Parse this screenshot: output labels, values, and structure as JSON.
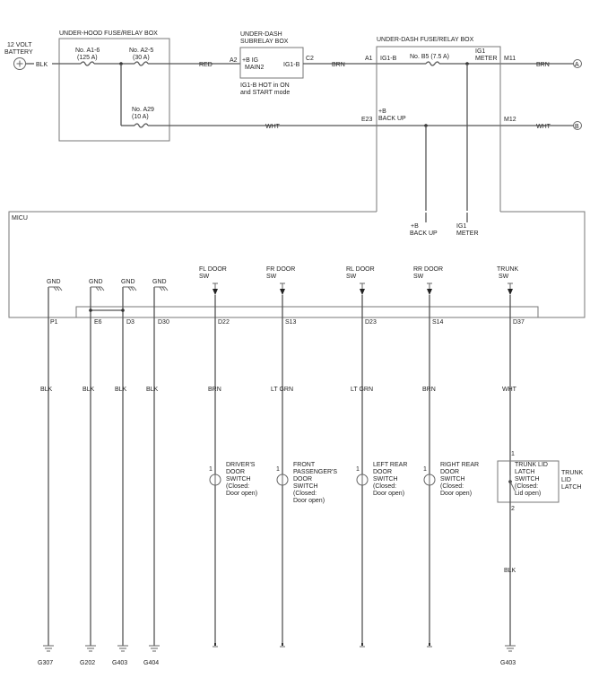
{
  "battery": {
    "line1": "12 VOLT",
    "line2": "BATTERY",
    "wire": "BLK"
  },
  "underhood": {
    "title": "UNDER-HOOD FUSE/RELAY BOX",
    "fuse1_no": "No. A1-6",
    "fuse1_amp": "(125 A)",
    "fuse2_no": "No. A2-5",
    "fuse2_amp": "(30 A)",
    "fuse3_no": "No. A29",
    "fuse3_amp": "(10 A)"
  },
  "subrelay": {
    "title1": "UNDER-DASH",
    "title2": "SUBRELAY BOX",
    "in_pin": "A2",
    "out_pin": "C2",
    "label_b1": "+B IG",
    "label_b2": "MAIN2",
    "label_ig": "IG1-B",
    "note1": "IG1-B HOT in ON",
    "note2": "and START mode"
  },
  "wires": {
    "red": "RED",
    "brn": "BRN",
    "wht": "WHT"
  },
  "underdash": {
    "title": "UNDER-DASH FUSE/RELAY BOX",
    "a1_pin": "A1",
    "ig1b": "IG1-B",
    "fuse": "No. B5 (7.5 A)",
    "ig1_l1": "IG1",
    "ig1_l2": "METER",
    "m11": "M11",
    "m12": "M12",
    "e23": "E23",
    "backup_l1": "+B",
    "backup_l2": "BACK UP"
  },
  "connectors": {
    "a": "A",
    "b": "B"
  },
  "micu": {
    "title": "MICU",
    "backup_l1": "+B",
    "backup_l2": "BACK UP",
    "ig1_l1": "IG1",
    "ig1_l2": "METER"
  },
  "gnd_label": "GND",
  "grounds": [
    {
      "pin": "P1",
      "wire": "BLK",
      "ground": "G307"
    },
    {
      "pin": "E6",
      "wire": "BLK",
      "ground": "G202"
    },
    {
      "pin": "D3",
      "wire": "BLK",
      "ground": "G403"
    },
    {
      "pin": "D30",
      "wire": "BLK",
      "ground": "G404"
    }
  ],
  "switches": [
    {
      "l1": "FL DOOR",
      "l2": "SW",
      "pin": "D22",
      "wire": "BRN",
      "term": "1",
      "d1": "DRIVER'S",
      "d2": "DOOR",
      "d3": "SWITCH",
      "d4": "(Closed:",
      "d5": "Door open)"
    },
    {
      "l1": "FR DOOR",
      "l2": "SW",
      "pin": "S13",
      "wire": "LT GRN",
      "term": "1",
      "d1": "FRONT",
      "d2": "PASSENGER'S",
      "d3": "DOOR",
      "d4": "SWITCH",
      "d5": "(Closed:",
      "d6": "Door open)"
    },
    {
      "l1": "RL DOOR",
      "l2": "SW",
      "pin": "D23",
      "wire": "LT GRN",
      "term": "1",
      "d1": "LEFT REAR",
      "d2": "DOOR",
      "d3": "SWITCH",
      "d4": "(Closed:",
      "d5": "Door open)"
    },
    {
      "l1": "RR DOOR",
      "l2": "SW",
      "pin": "S14",
      "wire": "BRN",
      "term": "1",
      "d1": "RIGHT REAR",
      "d2": "DOOR",
      "d3": "SWITCH",
      "d4": "(Closed:",
      "d5": "Door open)"
    }
  ],
  "trunk": {
    "l1": "TRUNK",
    "l2": "SW",
    "pin": "D37",
    "wire": "WHT",
    "term1": "1",
    "term2": "2",
    "d1": "TRUNK LID",
    "d2": "LATCH",
    "d3": "SWITCH",
    "d4": "(Closed:",
    "d5": "Lid open)",
    "o1": "TRUNK",
    "o2": "LID",
    "o3": "LATCH",
    "wire2": "BLK",
    "ground": "G403"
  }
}
